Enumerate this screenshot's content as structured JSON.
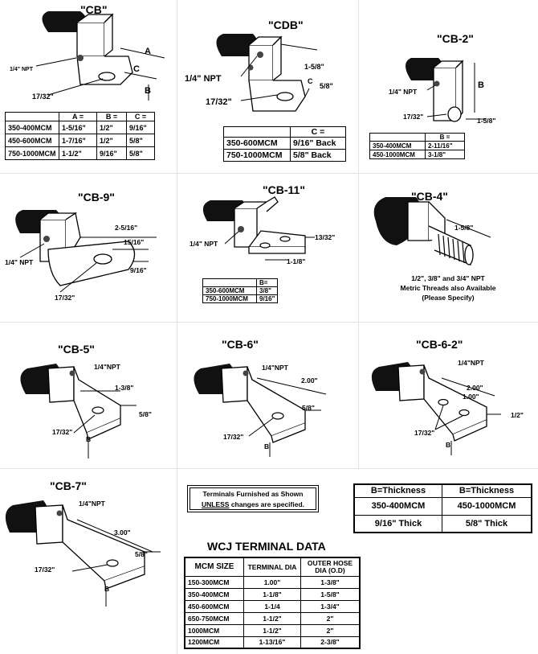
{
  "cb": {
    "title": "\"CB\"",
    "npt": "1/4\" NPT",
    "hole": "17/32\"",
    "dim_a": "A",
    "dim_b": "B",
    "dim_c": "C",
    "headers": [
      "",
      "A =",
      "B =",
      "C ="
    ],
    "rows": [
      [
        "350-400MCM",
        "1-5/16\"",
        "1/2\"",
        "9/16\""
      ],
      [
        "450-600MCM",
        "1-7/16\"",
        "1/2\"",
        "5/8\""
      ],
      [
        "750-1000MCM",
        "1-1/2\"",
        "9/16\"",
        "5/8\""
      ]
    ]
  },
  "cdb": {
    "title": "\"CDB\"",
    "npt": "1/4\" NPT",
    "hole": "17/32\"",
    "dim_top": "1-5/8\"",
    "dim_c": "C",
    "dim_side": "5/8\"",
    "headers": [
      "",
      "C ="
    ],
    "rows": [
      [
        "350-600MCM",
        "9/16\" Back"
      ],
      [
        "750-1000MCM",
        "5/8\" Back"
      ]
    ]
  },
  "cb2": {
    "title": "\"CB-2\"",
    "npt": "1/4\" NPT",
    "hole": "17/32\"",
    "dim_b": "B",
    "dim_bottom": "1-5/8\"",
    "headers": [
      "",
      "B ="
    ],
    "rows": [
      [
        "350-400MCM",
        "2-11/16\""
      ],
      [
        "450-1000MCM",
        "3-1/8\""
      ]
    ]
  },
  "cb9": {
    "title": "\"CB-9\"",
    "npt": "1/4\" NPT",
    "hole": "17/32\"",
    "dim1": "2-5/16\"",
    "dim2": "15/16\"",
    "dim3": "9/16\""
  },
  "cb11": {
    "title": "\"CB-11\"",
    "npt": "1/4\" NPT",
    "dim1": "13/32\"",
    "dim2": "1-1/8\"",
    "headers": [
      "",
      "B="
    ],
    "rows": [
      [
        "350-600MCM",
        "3/8\""
      ],
      [
        "750-1000MCM",
        "9/16\""
      ]
    ]
  },
  "cb4": {
    "title": "\"CB-4\"",
    "dim": "1-5/8\"",
    "note1": "1/2\", 3/8\" and 3/4\" NPT",
    "note2": "Metric Threads also Available",
    "note3": "(Please Specify)"
  },
  "cb5": {
    "title": "\"CB-5\"",
    "npt": "1/4\"NPT",
    "dim1": "1-3/8\"",
    "dim2": "5/8\"",
    "hole": "17/32\"",
    "dim_b": "B"
  },
  "cb6": {
    "title": "\"CB-6\"",
    "npt": "1/4\"NPT",
    "dim1": "2.00\"",
    "dim2": "5/8\"",
    "hole": "17/32\"",
    "dim_b": "B"
  },
  "cb62": {
    "title": "\"CB-6-2\"",
    "npt": "1/4\"NPT",
    "dim1": "2.00\"",
    "dim2": "1.00\"",
    "dim3": "1/2\"",
    "hole": "17/32\"",
    "dim_b": "B"
  },
  "cb7": {
    "title": "\"CB-7\"",
    "npt": "1/4\"NPT",
    "dim1": "3.00\"",
    "dim2": "5/8\"",
    "hole": "17/32\"",
    "dim_b": "B"
  },
  "notice": {
    "line1": "Terminals Furnished as Shown",
    "line2_u": "UNLESS",
    "line2_rest": " changes are specified."
  },
  "thickness": {
    "headers": [
      "B=Thickness",
      "B=Thickness"
    ],
    "rows": [
      [
        "350-400MCM",
        "450-1000MCM"
      ],
      [
        "9/16\" Thick",
        "5/8\" Thick"
      ]
    ]
  },
  "wcj": {
    "title": "WCJ TERMINAL DATA",
    "headers": [
      "MCM SIZE",
      "TERMINAL DIA",
      "OUTER HOSE DIA (O.D)"
    ],
    "rows": [
      [
        "150-300MCM",
        "1.00\"",
        "1-3/8\""
      ],
      [
        "350-400MCM",
        "1-1/8\"",
        "1-5/8\""
      ],
      [
        "450-600MCM",
        "1-1/4",
        "1-3/4\""
      ],
      [
        "650-750MCM",
        "1-1/2\"",
        "2\""
      ],
      [
        "1000MCM",
        "1-1/2\"",
        "2\""
      ],
      [
        "1200MCM",
        "1-13/16\"",
        "2-3/8\""
      ]
    ]
  }
}
